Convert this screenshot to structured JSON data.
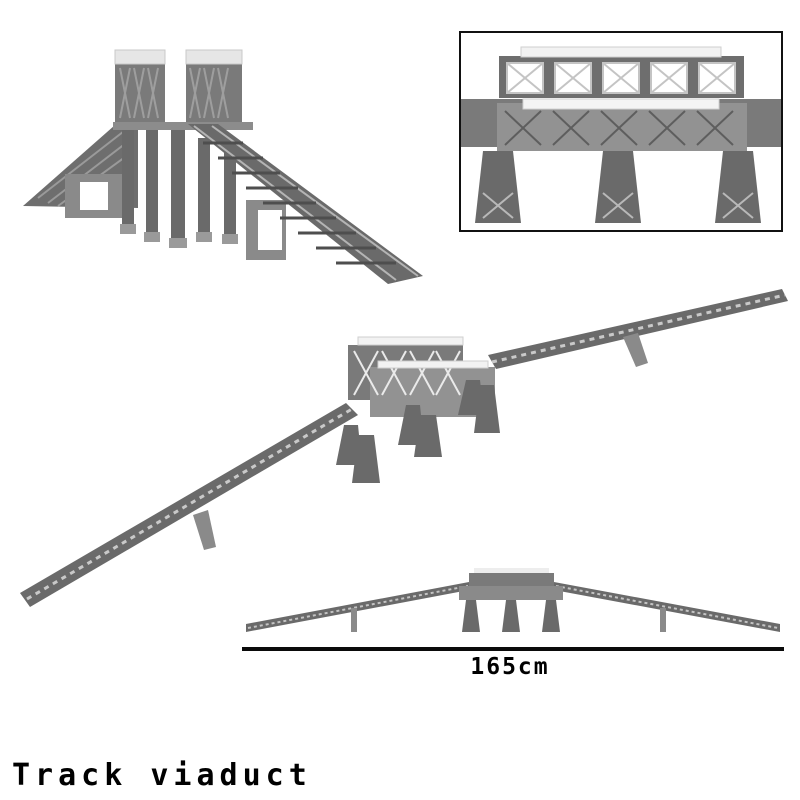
{
  "product": {
    "title": "Track viaduct",
    "dimension_label": "165cm"
  },
  "views": {
    "top_left": "end-view-ramp-with-piers",
    "top_right_inset": "close-up-bridge-truss-detail",
    "middle": "perspective-full-viaduct",
    "bottom": "side-elevation-full-viaduct"
  },
  "colors": {
    "part_gray": "#7d7d7d",
    "part_dark": "#5a5a5a",
    "part_light": "#a6a6a6",
    "rail_white": "#eeeeee",
    "ink": "#0a0a0a",
    "background": "#ffffff"
  }
}
